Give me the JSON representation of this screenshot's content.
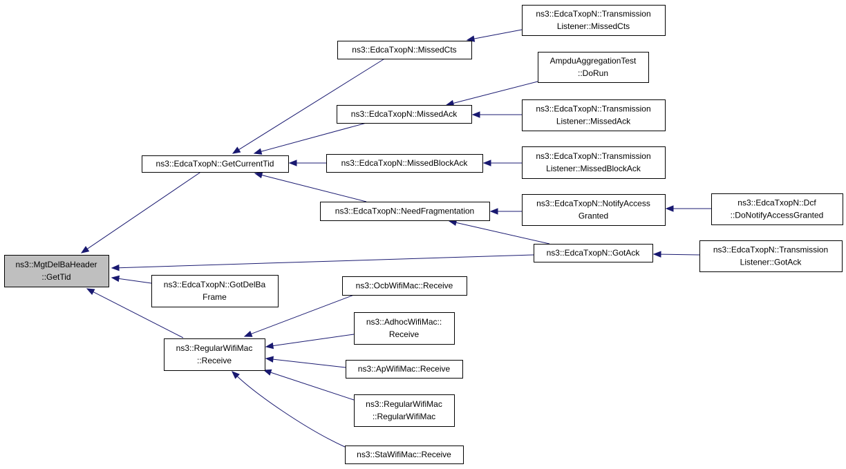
{
  "diagram": {
    "root": "n_root",
    "nodes": [
      {
        "id": "n_root",
        "lines": [
          "ns3::MgtDelBaHeader",
          "::GetTid"
        ],
        "highlighted": true
      },
      {
        "id": "n_gct",
        "lines": [
          "ns3::EdcaTxopN::GetCurrentTid"
        ]
      },
      {
        "id": "n_gotdelba",
        "lines": [
          "ns3::EdcaTxopN::GotDelBa",
          "Frame"
        ]
      },
      {
        "id": "n_rwm_recv",
        "lines": [
          "ns3::RegularWifiMac",
          "::Receive"
        ]
      },
      {
        "id": "n_gotack",
        "lines": [
          "ns3::EdcaTxopN::GotAck"
        ]
      },
      {
        "id": "n_mcts",
        "lines": [
          "ns3::EdcaTxopN::MissedCts"
        ]
      },
      {
        "id": "n_mack",
        "lines": [
          "ns3::EdcaTxopN::MissedAck"
        ]
      },
      {
        "id": "n_mback",
        "lines": [
          "ns3::EdcaTxopN::MissedBlockAck"
        ]
      },
      {
        "id": "n_needfrag",
        "lines": [
          "ns3::EdcaTxopN::NeedFragmentation"
        ]
      },
      {
        "id": "n_tl_mcts",
        "lines": [
          "ns3::EdcaTxopN::Transmission",
          "Listener::MissedCts"
        ]
      },
      {
        "id": "n_ampdu",
        "lines": [
          "AmpduAggregationTest",
          "::DoRun"
        ]
      },
      {
        "id": "n_tl_mack",
        "lines": [
          "ns3::EdcaTxopN::Transmission",
          "Listener::MissedAck"
        ]
      },
      {
        "id": "n_tl_mback",
        "lines": [
          "ns3::EdcaTxopN::Transmission",
          "Listener::MissedBlockAck"
        ]
      },
      {
        "id": "n_notify",
        "lines": [
          "ns3::EdcaTxopN::NotifyAccess",
          "Granted"
        ]
      },
      {
        "id": "n_dcf",
        "lines": [
          "ns3::EdcaTxopN::Dcf",
          "::DoNotifyAccessGranted"
        ]
      },
      {
        "id": "n_tl_gotack",
        "lines": [
          "ns3::EdcaTxopN::Transmission",
          "Listener::GotAck"
        ]
      },
      {
        "id": "n_ocb",
        "lines": [
          "ns3::OcbWifiMac::Receive"
        ]
      },
      {
        "id": "n_adhoc",
        "lines": [
          "ns3::AdhocWifiMac::",
          "Receive"
        ]
      },
      {
        "id": "n_ap",
        "lines": [
          "ns3::ApWifiMac::Receive"
        ]
      },
      {
        "id": "n_rwm_ctor",
        "lines": [
          "ns3::RegularWifiMac",
          "::RegularWifiMac"
        ]
      },
      {
        "id": "n_sta",
        "lines": [
          "ns3::StaWifiMac::Receive"
        ]
      }
    ],
    "edges": [
      {
        "from": "n_gct",
        "to": "n_root"
      },
      {
        "from": "n_gotack",
        "to": "n_root"
      },
      {
        "from": "n_gotdelba",
        "to": "n_root"
      },
      {
        "from": "n_rwm_recv",
        "to": "n_root"
      },
      {
        "from": "n_mcts",
        "to": "n_gct"
      },
      {
        "from": "n_mack",
        "to": "n_gct"
      },
      {
        "from": "n_mback",
        "to": "n_gct"
      },
      {
        "from": "n_needfrag",
        "to": "n_gct"
      },
      {
        "from": "n_tl_mcts",
        "to": "n_mcts"
      },
      {
        "from": "n_ampdu",
        "to": "n_mack"
      },
      {
        "from": "n_tl_mack",
        "to": "n_mack"
      },
      {
        "from": "n_tl_mback",
        "to": "n_mback"
      },
      {
        "from": "n_notify",
        "to": "n_needfrag"
      },
      {
        "from": "n_gotack",
        "to": "n_needfrag"
      },
      {
        "from": "n_dcf",
        "to": "n_notify"
      },
      {
        "from": "n_tl_gotack",
        "to": "n_gotack"
      },
      {
        "from": "n_ocb",
        "to": "n_rwm_recv"
      },
      {
        "from": "n_adhoc",
        "to": "n_rwm_recv"
      },
      {
        "from": "n_ap",
        "to": "n_rwm_recv"
      },
      {
        "from": "n_rwm_ctor",
        "to": "n_rwm_recv"
      },
      {
        "from": "n_sta",
        "to": "n_rwm_recv"
      }
    ],
    "colors": {
      "edge": "#191970",
      "node_border": "#000000",
      "node_fill": "#ffffff",
      "root_fill": "#bfbfbf"
    }
  }
}
